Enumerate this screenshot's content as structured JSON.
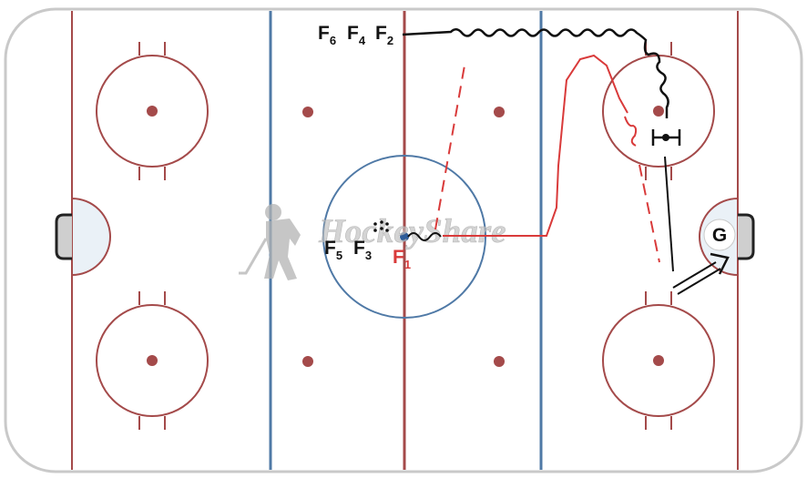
{
  "players": {
    "f6": {
      "letter": "F",
      "sub": "6"
    },
    "f4": {
      "letter": "F",
      "sub": "4"
    },
    "f2": {
      "letter": "F",
      "sub": "2"
    },
    "f5": {
      "letter": "F",
      "sub": "5"
    },
    "f3": {
      "letter": "F",
      "sub": "3"
    },
    "f1": {
      "letter": "F",
      "sub": "1"
    }
  },
  "goalie": {
    "label": "G"
  },
  "watermark": {
    "text": "HockeyShare"
  },
  "colors": {
    "red_line": "#a44a4a",
    "blue_line": "#4f79a6",
    "path_red": "#d93a3a",
    "player_red": "#d93a3a",
    "path_black": "#111111",
    "goal_crease": "#eaf1f7"
  }
}
